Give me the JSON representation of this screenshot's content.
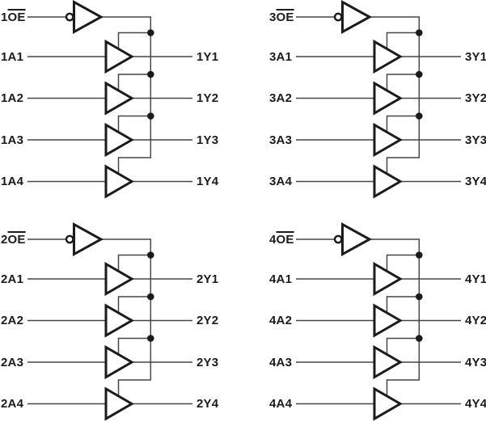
{
  "figure": {
    "type": "logic-diagram",
    "element_names": {
      "enable_inverter": "output-enable-inverter",
      "buffer": "tri-state-buffer",
      "bubble": "active-low-bubble-icon",
      "junction": "wire-junction-dot"
    }
  },
  "colors": {
    "background": "#ffffff",
    "wire": "#474747",
    "outline": "#1b1b1b",
    "dot": "#1b1b1b",
    "label": "#1c1c1c"
  },
  "quadrants": [
    {
      "name": "bank-1",
      "oe_num": "1",
      "oe_bar": "OE",
      "inputs": [
        "1A1",
        "1A2",
        "1A3",
        "1A4"
      ],
      "outputs": [
        "1Y1",
        "1Y2",
        "1Y3",
        "1Y4"
      ]
    },
    {
      "name": "bank-3",
      "oe_num": "3",
      "oe_bar": "OE",
      "inputs": [
        "3A1",
        "3A2",
        "3A3",
        "3A4"
      ],
      "outputs": [
        "3Y1",
        "3Y2",
        "3Y3",
        "3Y4"
      ]
    },
    {
      "name": "bank-2",
      "oe_num": "2",
      "oe_bar": "OE",
      "inputs": [
        "2A1",
        "2A2",
        "2A3",
        "2A4"
      ],
      "outputs": [
        "2Y1",
        "2Y2",
        "2Y3",
        "2Y4"
      ]
    },
    {
      "name": "bank-4",
      "oe_num": "4",
      "oe_bar": "OE",
      "inputs": [
        "4A1",
        "4A2",
        "4A3",
        "4A4"
      ],
      "outputs": [
        "4Y1",
        "4Y2",
        "4Y3",
        "4Y4"
      ]
    }
  ]
}
